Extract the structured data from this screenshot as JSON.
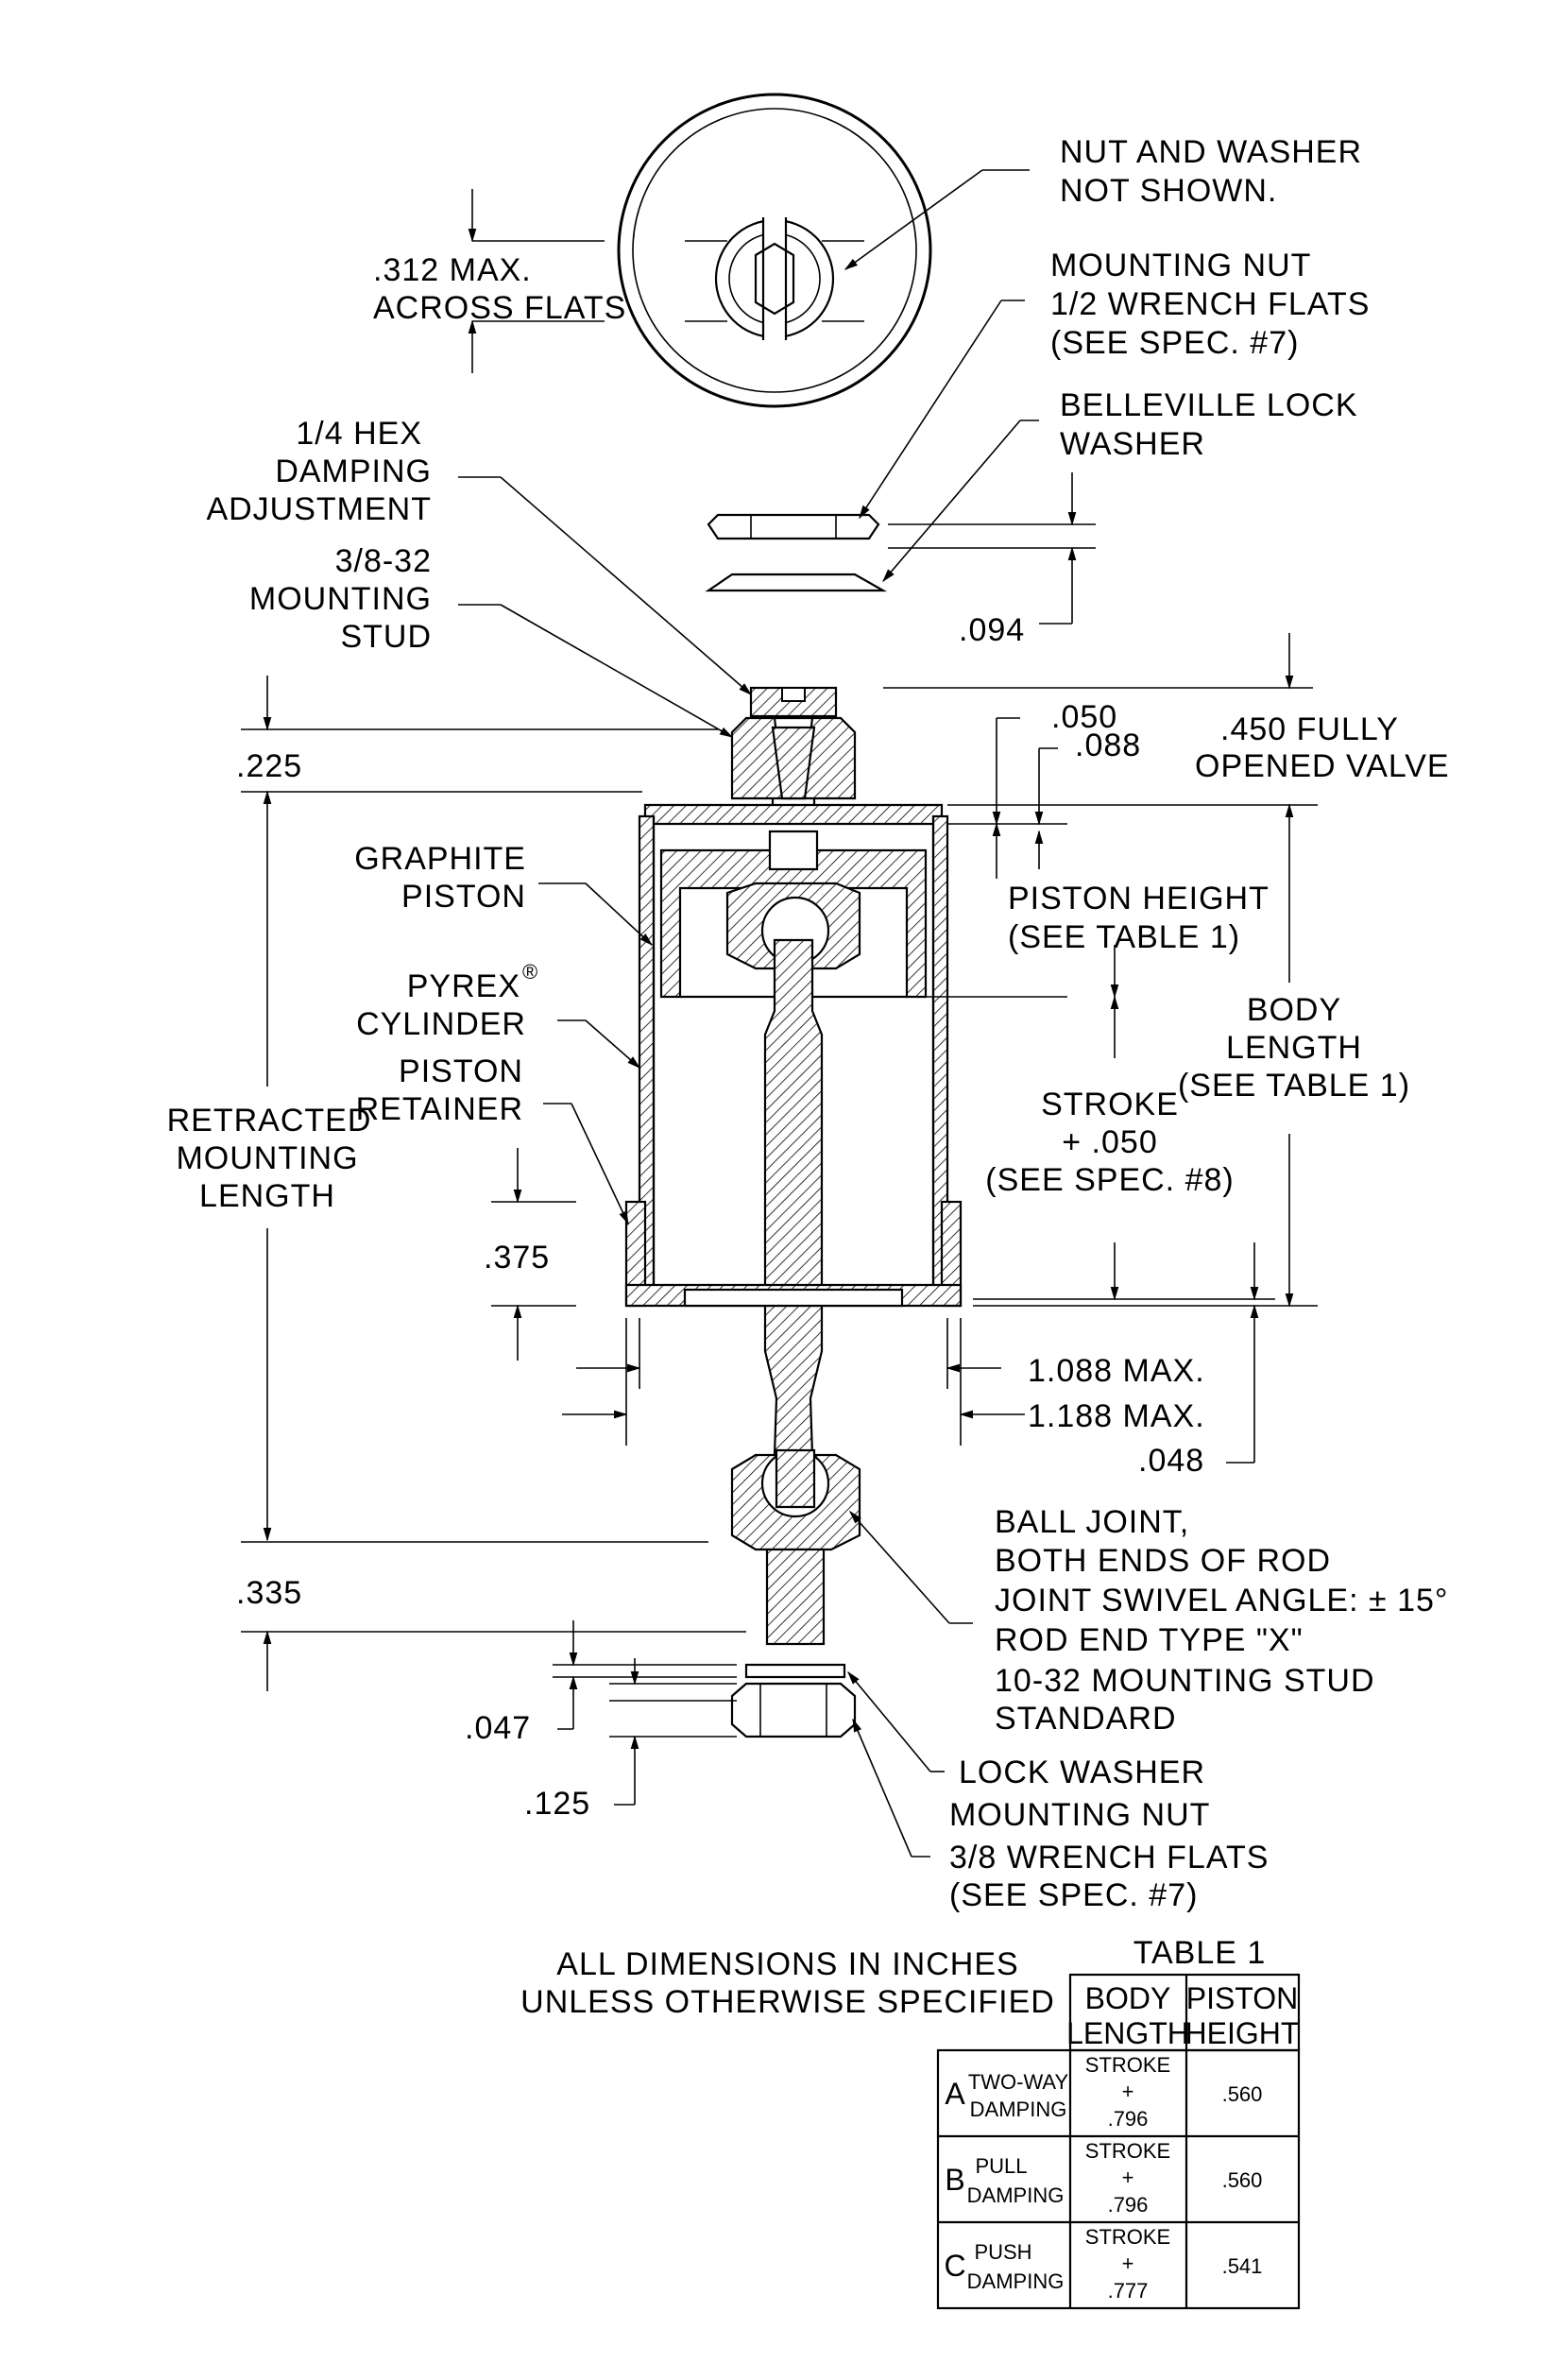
{
  "top_view": {
    "note_line1": "NUT AND WASHER",
    "note_line2": "NOT SHOWN.",
    "flats_line1": ".312 MAX.",
    "flats_line2": "ACROSS FLATS"
  },
  "callouts": {
    "mounting_nut": [
      "MOUNTING NUT",
      "1/2 WRENCH FLATS",
      "(SEE SPEC. #7)"
    ],
    "belleville": [
      "BELLEVILLE LOCK",
      "WASHER"
    ],
    "hex_adjust": [
      "1/4 HEX",
      "DAMPING",
      "ADJUSTMENT"
    ],
    "mount_stud": [
      "3/8-32",
      "MOUNTING",
      "STUD"
    ],
    "graphite_piston": [
      "GRAPHITE",
      "PISTON"
    ],
    "pyrex_cylinder": [
      "PYREX",
      "CYLINDER"
    ],
    "pyrex_mark": "®",
    "piston_retainer": [
      "PISTON",
      "RETAINER"
    ],
    "retracted_length": [
      "RETRACTED",
      "MOUNTING",
      "LENGTH"
    ],
    "piston_height": [
      "PISTON HEIGHT",
      "(SEE TABLE 1)"
    ],
    "body_length": [
      "BODY",
      "LENGTH",
      "(SEE TABLE 1)"
    ],
    "stroke": [
      "STROKE",
      "+ .050",
      "(SEE SPEC. #8)"
    ],
    "fully_open": [
      ".450 FULLY",
      "OPENED VALVE"
    ],
    "ball_joint": [
      "BALL JOINT,",
      "BOTH ENDS OF ROD",
      "JOINT SWIVEL ANGLE: ± 15°",
      "ROD END TYPE \"X\"",
      "10-32 MOUNTING STUD",
      "STANDARD"
    ],
    "lock_washer": "LOCK WASHER",
    "mounting_nut_bottom": [
      "MOUNTING NUT",
      "3/8 WRENCH FLATS",
      "(SEE SPEC. #7)"
    ]
  },
  "dimensions": {
    "d094": ".094",
    "d225": ".225",
    "d050": ".050",
    "d088": ".088",
    "d375": ".375",
    "d1088": "1.088 MAX.",
    "d1188": "1.188 MAX.",
    "d048": ".048",
    "d335": ".335",
    "d047": ".047",
    "d125": ".125"
  },
  "general_note": [
    "ALL DIMENSIONS IN INCHES",
    "UNLESS OTHERWISE SPECIFIED"
  ],
  "table": {
    "title": "TABLE 1",
    "headers": [
      [
        "BODY",
        "LENGTH"
      ],
      [
        "PISTON",
        "HEIGHT"
      ]
    ],
    "rows": [
      {
        "letter": "A",
        "type": [
          "TWO-WAY",
          "DAMPING"
        ],
        "body": [
          "STROKE",
          "+",
          ".796"
        ],
        "height": ".560"
      },
      {
        "letter": "B",
        "type": [
          "PULL",
          "DAMPING"
        ],
        "body": [
          "STROKE",
          "+",
          ".796"
        ],
        "height": ".560"
      },
      {
        "letter": "C",
        "type": [
          "PUSH",
          "DAMPING"
        ],
        "body": [
          "STROKE",
          "+",
          ".777"
        ],
        "height": ".541"
      }
    ]
  }
}
